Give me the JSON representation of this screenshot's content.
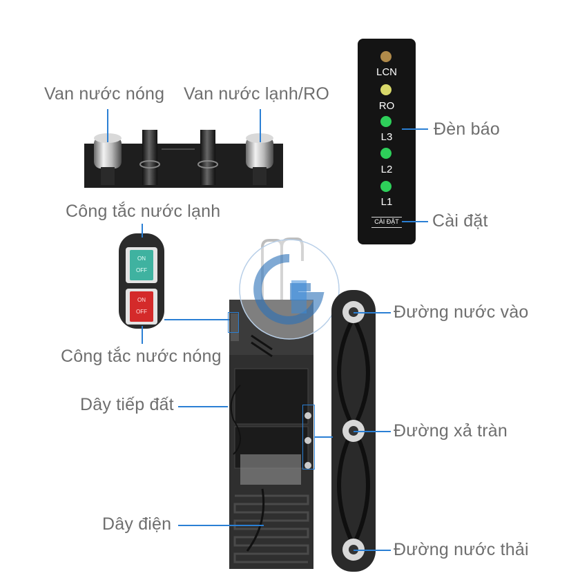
{
  "labels": {
    "hot_valve": "Van nước nóng",
    "cold_valve": "Van nước lạnh/RO",
    "cold_switch": "Công tắc nước lạnh",
    "hot_switch": "Công tắc nước nóng",
    "ground_wire": "Dây tiếp đất",
    "power_cord": "Dây điện",
    "indicator": "Đèn báo",
    "settings": "Cài đặt",
    "water_inlet": "Đường nước vào",
    "overflow": "Đường xả tràn",
    "drain": "Đường nước thải"
  },
  "led_panel": {
    "leds": [
      {
        "label": "LCN",
        "color": "#b08a4a"
      },
      {
        "label": "RO",
        "color": "#d8d86a"
      },
      {
        "label": "L3",
        "color": "#2ecf5a"
      },
      {
        "label": "L2",
        "color": "#2ecf5a"
      },
      {
        "label": "L1",
        "color": "#2ecf5a"
      }
    ],
    "button_label": "CÀI ĐẶT"
  },
  "switches": {
    "cold_on": "ON",
    "cold_off": "OFF",
    "hot_on": "ON",
    "hot_off": "OFF"
  },
  "colors": {
    "callout_line": "#2a7fd4",
    "panel_dark": "#141414",
    "cold_switch": "#3fb2a0",
    "hot_switch": "#d42a2a"
  }
}
